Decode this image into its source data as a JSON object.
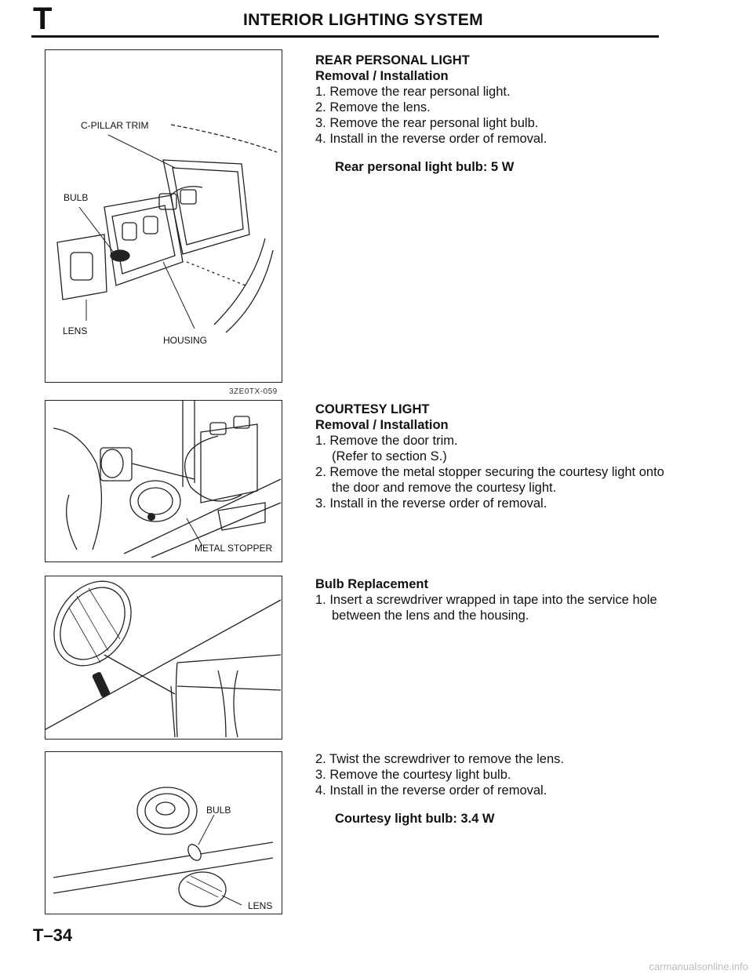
{
  "header": {
    "section_letter": "T",
    "title": "INTERIOR LIGHTING SYSTEM"
  },
  "figures": {
    "rear_light": {
      "labels": {
        "trim": "C-PILLAR TRIM",
        "bulb": "BULB",
        "lens": "LENS",
        "housing": "HOUSING"
      },
      "code": "3ZE0TX-059"
    },
    "courtesy_light": {
      "labels": {
        "stopper": "METAL STOPPER"
      }
    },
    "lens_removal": {
      "labels": {}
    },
    "bulb_replace": {
      "labels": {
        "bulb": "BULB",
        "lens": "LENS"
      }
    }
  },
  "sections": {
    "rear_personal_light": {
      "title": "REAR PERSONAL LIGHT",
      "subtitle": "Removal / Installation",
      "steps": [
        "1. Remove the rear personal light.",
        "2. Remove the lens.",
        "3. Remove the rear personal light bulb.",
        "4. Install in the reverse order of removal."
      ],
      "spec": "Rear personal light bulb: 5 W"
    },
    "courtesy_light": {
      "title": "COURTESY LIGHT",
      "subtitle": "Removal / Installation",
      "steps": [
        "1. Remove the door trim.",
        "(Refer to section S.)",
        "2. Remove the metal stopper securing the courtesy light onto the door and remove the courtesy light.",
        "3. Install in the reverse order of removal."
      ]
    },
    "bulb_replacement": {
      "title": "Bulb Replacement",
      "steps": [
        "1. Insert a screwdriver wrapped in tape into the service hole between the lens and the housing."
      ]
    },
    "bulb_replacement_cont": {
      "steps": [
        "2. Twist the screwdriver to remove the lens.",
        "3. Remove the courtesy light bulb.",
        "4. Install in the reverse order of removal."
      ],
      "spec": "Courtesy light bulb: 3.4 W"
    }
  },
  "footer": {
    "page_number": "T–34",
    "watermark": "carmanualsonline.info"
  }
}
